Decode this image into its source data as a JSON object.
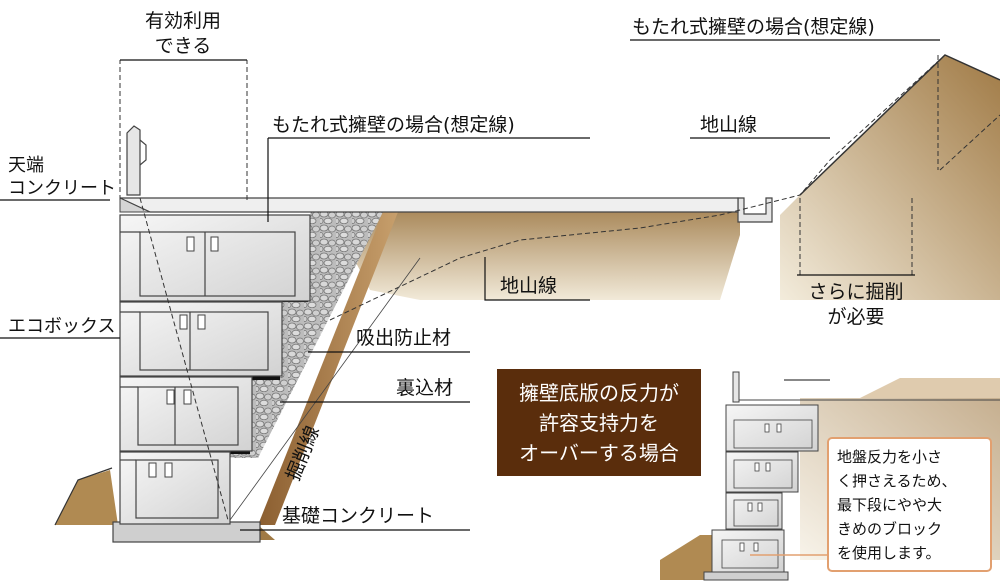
{
  "labels": {
    "usable_width": [
      "有効利用",
      "できる"
    ],
    "top_concrete": [
      "天端",
      "コンクリート"
    ],
    "eco_box": "エコボックス",
    "leaning_wall_main": "もたれ式擁壁の場合(想定線)",
    "leaning_wall_right": "もたれ式擁壁の場合(想定線)",
    "ground_line_upper": "地山線",
    "ground_line_lower": "地山線",
    "further_excavation": [
      "さらに掘削",
      "が必要"
    ],
    "suction_prevention": "吸出防止材",
    "backfill": "裏込材",
    "excavation_line": "掘削線",
    "foundation_concrete": "基礎コンクリート"
  },
  "callout": {
    "lines": [
      "擁壁底版の反力が",
      "許容支持力を",
      "オーバーする場合"
    ],
    "bg_color": "#5a2d0c"
  },
  "note": {
    "lines": [
      "地盤反力を小さ",
      "く押さえるため、",
      "最下段にやや大",
      "きめのブロック",
      "を使用します。"
    ],
    "border_color": "#e2a070"
  },
  "colors": {
    "soil": "#b08a52",
    "soil_light": "#e8dcc0",
    "block": "#e4e4e4",
    "block_edge": "#555555"
  }
}
